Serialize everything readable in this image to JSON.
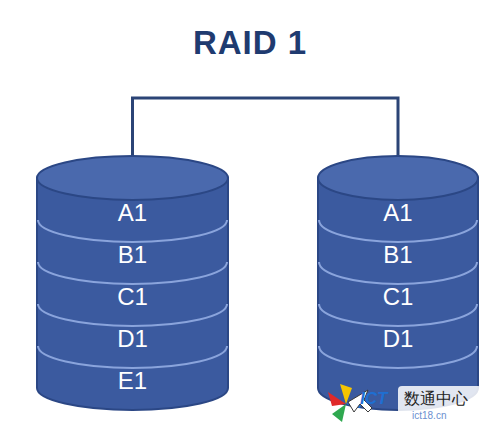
{
  "diagram": {
    "title": "RAID 1",
    "nodes": [
      {
        "text": []
      },
      {
        "text": [
          "A1"
        ],
        "in": 0
      },
      {
        "text": [
          "B1"
        ],
        "in": 0
      },
      {
        "text": [
          "C1"
        ],
        "in": 0
      },
      {
        "text": [
          "D1"
        ],
        "in": 0
      },
      {
        "text": [
          "E1"
        ],
        "in": 0
      },
      {
        "text": []
      },
      {
        "text": [
          "A1"
        ],
        "in": 6
      },
      {
        "text": [
          "B1"
        ],
        "in": 6
      },
      {
        "text": [
          "C1"
        ],
        "in": 6
      },
      {
        "text": [
          "D1"
        ],
        "in": 6
      }
    ],
    "edges": [
      {
        "from": 0,
        "to": 6,
        "arrow": "none"
      }
    ],
    "labels": [
      "ICT",
      "数通中心",
      "ict18.cn"
    ]
  }
}
